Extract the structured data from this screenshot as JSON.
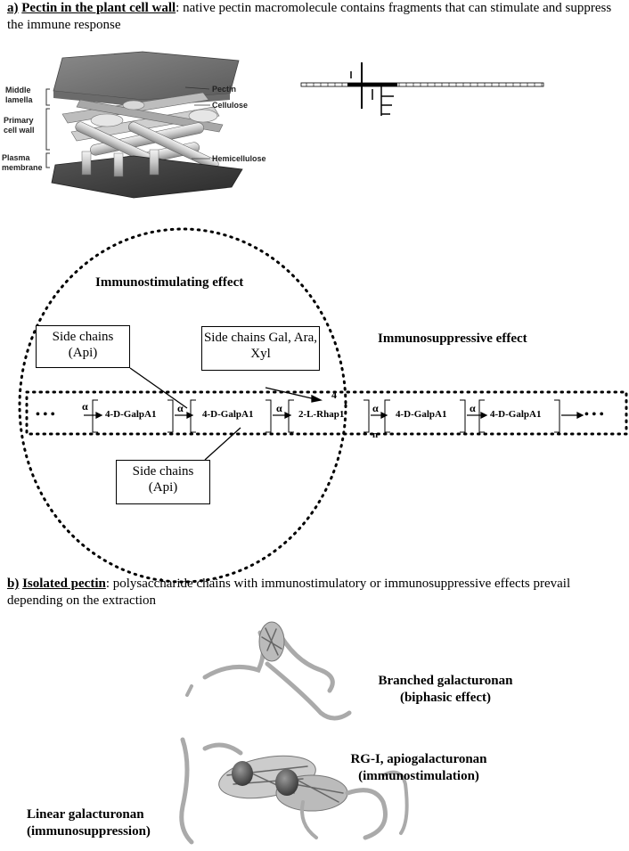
{
  "section_a": {
    "letter": "a)",
    "lead": "Pectin in the plant cell wall",
    "rest": ": native pectin macromolecule contains fragments that can stimulate and suppress the immune response"
  },
  "cell_wall": {
    "middle_lamella": "Middle lamella",
    "primary_cell_wall": "Primary cell wall",
    "plasma_membrane": "Plasma membrane",
    "pectin": "Pectin",
    "cellulose": "Cellulose",
    "hemicellulose": "Hemicellulose"
  },
  "effects": {
    "immunostimulating": "Immunostimulating effect",
    "immunosuppressive": "Immunosuppressive effect"
  },
  "side_chains": {
    "top_left": "Side chains (Api)",
    "top_right": "Side chains Gal, Ara, Xyl",
    "bottom": "Side chains (Api)"
  },
  "chain": {
    "ellipsis": "• • •",
    "alpha": "α",
    "galpa": "4-D-GalpA1",
    "rha": "2-L-Rhap1",
    "four": "4",
    "n": "n"
  },
  "section_b": {
    "letter": "b)",
    "lead": "Isolated pectin",
    "rest": ": polysaccharide chains with immunostimulatory or immunosuppressive effects prevail depending on the extraction"
  },
  "isolated": {
    "branched": "Branched galacturonan",
    "branched_effect": "(biphasic effect)",
    "rg1": "RG-I, apiogalacturonan",
    "rg1_effect": "(immunostimulation)",
    "linear": "Linear galacturonan",
    "linear_effect": "(immunosuppression)"
  }
}
